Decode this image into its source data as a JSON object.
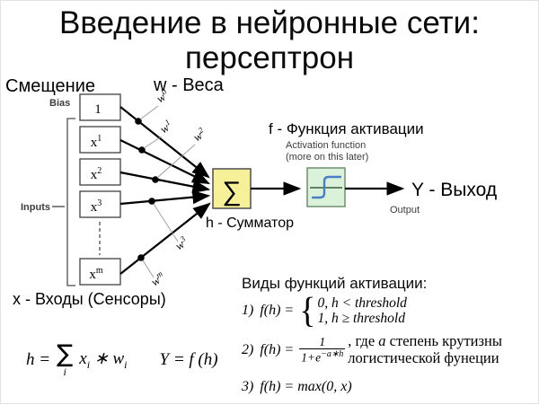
{
  "title": {
    "line1": "Введение в нейронные сети:",
    "line2": "персептрон"
  },
  "diagram": {
    "bias_ru": "Смещение",
    "bias_en": "Bias",
    "weights_label": "w - Веса",
    "inputs_en": "Inputs",
    "inputs_ru": "x - Входы (Сенсоры)",
    "activation_ru": "f - Функция активации",
    "activation_en1": "Activation function",
    "activation_en2": "(more on this later)",
    "summator": "h - Сумматор",
    "sigma": "∑",
    "output_ru": "Y - Выход",
    "output_en": "Output",
    "boxes": [
      {
        "base": "1",
        "sup": ""
      },
      {
        "base": "x",
        "sup": "1"
      },
      {
        "base": "x",
        "sup": "2"
      },
      {
        "base": "x",
        "sup": "3"
      },
      {
        "base": "x",
        "sup": "m"
      }
    ],
    "weights": [
      {
        "base": "w",
        "sup": "0"
      },
      {
        "base": "w",
        "sup": "1"
      },
      {
        "base": "w",
        "sup": "2"
      },
      {
        "base": "w",
        "sup": "3"
      },
      {
        "base": "w",
        "sup": "m"
      }
    ],
    "colors": {
      "sum_fill": "#f6f198",
      "act_fill": "#d9f2d9",
      "step": "#4a7ec8"
    }
  },
  "formulas": {
    "sum_eq": {
      "lhs": "h =",
      "sigma": "∑",
      "sigma_sub": "i",
      "x_base": "x",
      "x_sub": "i",
      "op": "∗",
      "w_base": "w",
      "w_sub": "i"
    },
    "output_eq": "Y = f (h)",
    "kinds_title": "Виды функций активации:",
    "f1": {
      "num": "1)",
      "lhs": "f(h) =",
      "brace": "{",
      "case1": "0, h < threshold",
      "case2": "1, h ≥ threshold"
    },
    "f2": {
      "num": "2)",
      "lhs": "f(h) =",
      "frac_num": "1",
      "den_base": "1+e",
      "den_sup": "−a∗h",
      "note_pre": ", где ",
      "note_var": "a",
      "note_post": " степень крутизны",
      "note_line2": "логистической фунеции"
    },
    "f3": {
      "num": "3)",
      "lhs": "f(h) = max(0, x)"
    }
  }
}
